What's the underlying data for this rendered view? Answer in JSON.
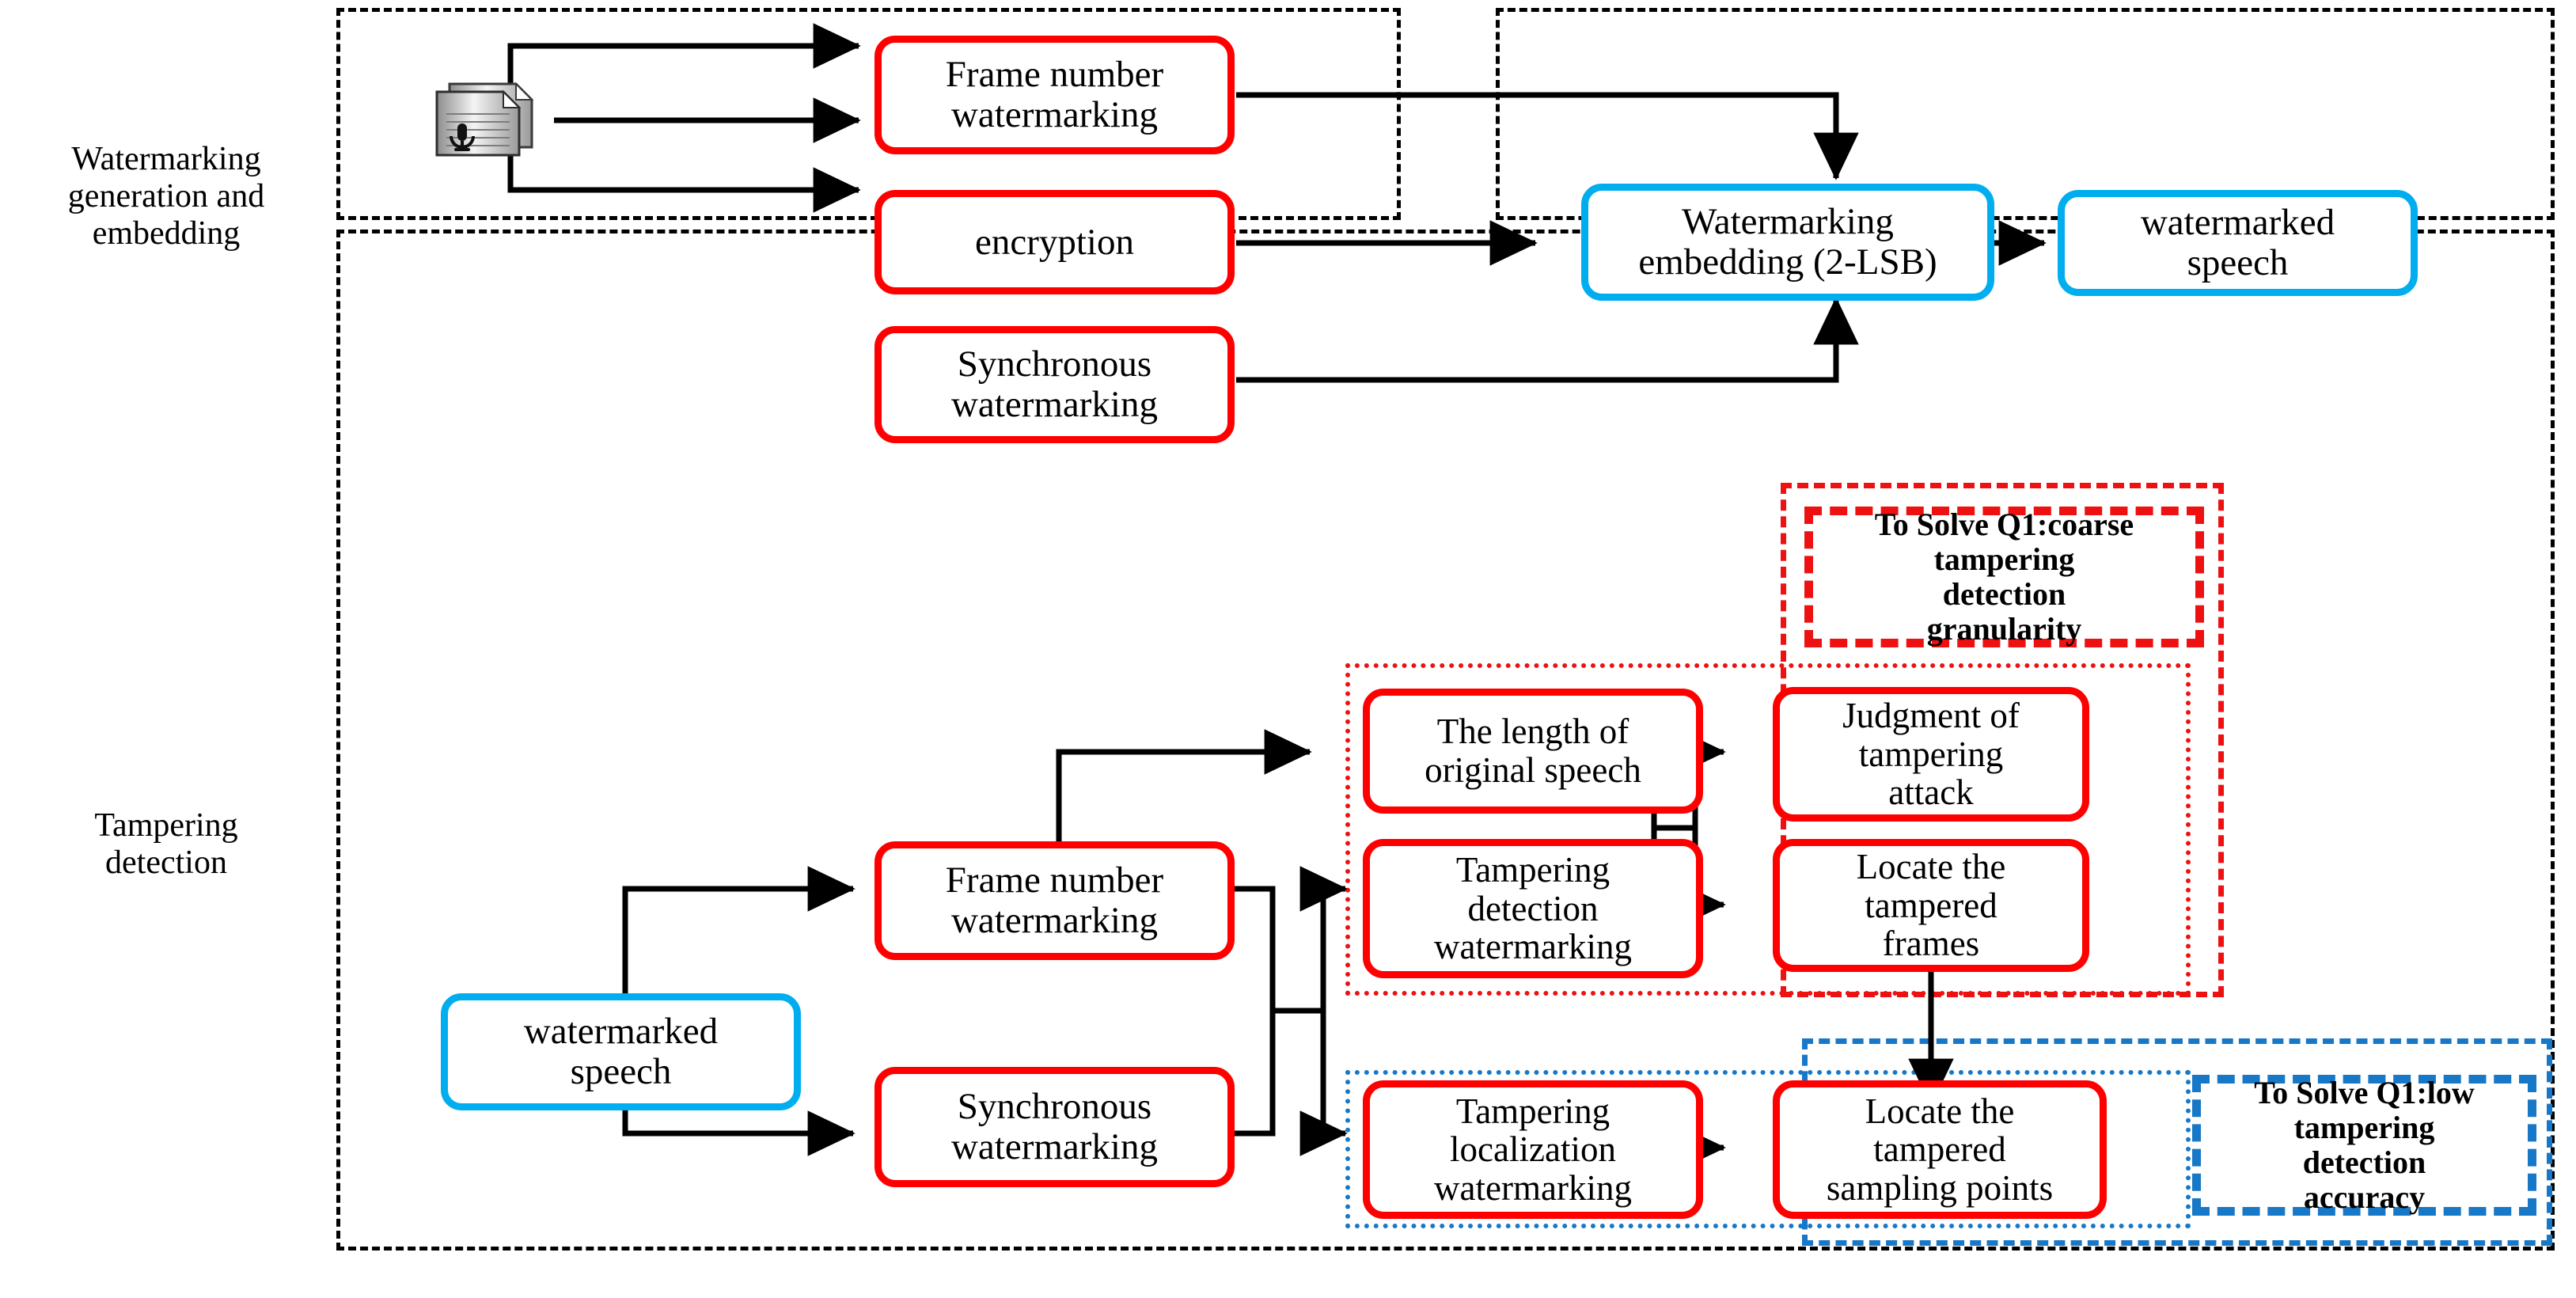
{
  "diagram": {
    "title": "Speech watermarking generation, embedding and tampering detection framework",
    "colors": {
      "red": "#FF0000",
      "blue": "#00AEEF",
      "annotation_red": "#EE1111",
      "annotation_blue": "#1878C8",
      "line": "#000000",
      "background": "#FFFFFF"
    }
  },
  "side_labels": [
    {
      "id": "generation",
      "text": "Watermarking\ngeneration and\nembedding"
    },
    {
      "id": "detection",
      "text": "Tampering\ndetection"
    }
  ],
  "source_icon": {
    "name": "speech-document-icon",
    "label": ""
  },
  "stage_top": {
    "nodes": [
      {
        "id": "frame-number-watermarking",
        "text": "Frame number\nwatermarking",
        "style": "red"
      },
      {
        "id": "encryption",
        "text": "encryption",
        "style": "red"
      },
      {
        "id": "synchronous-watermarking",
        "text": "Synchronous\nwatermarking",
        "style": "red"
      },
      {
        "id": "watermarking-embedding",
        "text": "Watermarking\nembedding (2-LSB)",
        "style": "blue"
      },
      {
        "id": "watermarked-speech",
        "text": "watermarked\nspeech",
        "style": "blue"
      }
    ]
  },
  "stage_bottom": {
    "nodes": [
      {
        "id": "watermarked-speech-input",
        "text": "watermarked\nspeech",
        "style": "blue"
      },
      {
        "id": "frame-number-watermarking-2",
        "text": "Frame number\nwatermarking",
        "style": "red"
      },
      {
        "id": "synchronous-watermarking-2",
        "text": "Synchronous\nwatermarking",
        "style": "red"
      },
      {
        "id": "length-of-original-speech",
        "text": "The length of\noriginal speech",
        "style": "red"
      },
      {
        "id": "tampering-detection-watermarking",
        "text": "Tampering\ndetection\nwatermarking",
        "style": "red"
      },
      {
        "id": "judgment-of-tampering-attack",
        "text": "Judgment of\ntampering\nattack",
        "style": "red"
      },
      {
        "id": "locate-the-tampered-frames",
        "text": "Locate the\ntampered\nframes",
        "style": "red"
      },
      {
        "id": "tampering-localization-watermarking",
        "text": "Tampering\nlocalization\nwatermarking",
        "style": "red"
      },
      {
        "id": "locate-the-tampered-sampling-points",
        "text": "Locate the\ntampered\nsampling points",
        "style": "red"
      }
    ]
  },
  "annotations": [
    {
      "id": "q1-coarse",
      "text": "To Solve Q1:coarse\ntampering\ndetection\ngranularity",
      "style": "red"
    },
    {
      "id": "q1-low",
      "text": "To Solve Q1:low\ntampering\ndetection\naccuracy",
      "style": "blue"
    }
  ]
}
